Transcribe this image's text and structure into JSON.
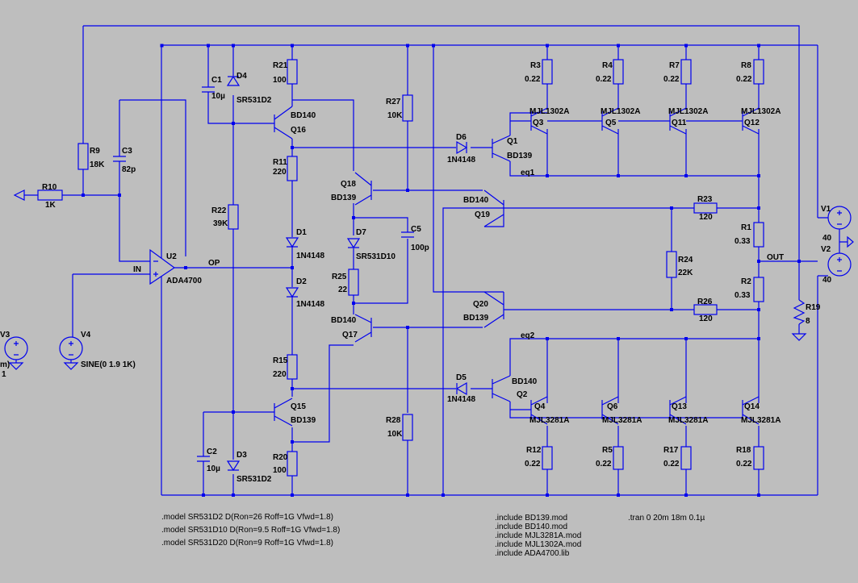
{
  "components": {
    "R21": {
      "name": "R21",
      "value": "100"
    },
    "R11": {
      "name": "R11",
      "value": "220"
    },
    "R15": {
      "name": "R15",
      "value": "220"
    },
    "R20": {
      "name": "R20",
      "value": "100"
    },
    "R22": {
      "name": "R22",
      "value": "39K"
    },
    "R27": {
      "name": "R27",
      "value": "10K"
    },
    "R28": {
      "name": "R28",
      "value": "10K"
    },
    "R25": {
      "name": "R25",
      "value": "22"
    },
    "R9": {
      "name": "R9",
      "value": "18K"
    },
    "R10": {
      "name": "R10",
      "value": "1K"
    },
    "R3": {
      "name": "R3",
      "value": "0.22"
    },
    "R4": {
      "name": "R4",
      "value": "0.22"
    },
    "R7": {
      "name": "R7",
      "value": "0.22"
    },
    "R8": {
      "name": "R8",
      "value": "0.22"
    },
    "R12": {
      "name": "R12",
      "value": "0.22"
    },
    "R5": {
      "name": "R5",
      "value": "0.22"
    },
    "R17": {
      "name": "R17",
      "value": "0.22"
    },
    "R18": {
      "name": "R18",
      "value": "0.22"
    },
    "R23": {
      "name": "R23",
      "value": "120"
    },
    "R26": {
      "name": "R26",
      "value": "120"
    },
    "R24": {
      "name": "R24",
      "value": "22K"
    },
    "R1": {
      "name": "R1",
      "value": "0.33"
    },
    "R2": {
      "name": "R2",
      "value": "0.33"
    },
    "R19": {
      "name": "R19",
      "value": "8"
    },
    "C1": {
      "name": "C1",
      "value": "10µ"
    },
    "C2": {
      "name": "C2",
      "value": "10µ"
    },
    "C3": {
      "name": "C3",
      "value": "82p"
    },
    "C5": {
      "name": "C5",
      "value": "100p"
    },
    "D4": {
      "name": "D4",
      "value": "SR531D2"
    },
    "D3": {
      "name": "D3",
      "value": "SR531D2"
    },
    "D1": {
      "name": "D1",
      "value": "1N4148"
    },
    "D2": {
      "name": "D2",
      "value": "1N4148"
    },
    "D7": {
      "name": "D7",
      "value": "SR531D10"
    },
    "D6": {
      "name": "D6",
      "value": "1N4148"
    },
    "D5": {
      "name": "D5",
      "value": "1N4148"
    },
    "Q16": {
      "name": "Q16",
      "value": "BD140"
    },
    "Q15": {
      "name": "Q15",
      "value": "BD139"
    },
    "Q18": {
      "name": "Q18",
      "value": "BD139"
    },
    "Q17": {
      "name": "Q17",
      "value": "BD140"
    },
    "Q19": {
      "name": "Q19",
      "value": "BD140"
    },
    "Q20": {
      "name": "Q20",
      "value": "BD139"
    },
    "Q1": {
      "name": "Q1",
      "value": "BD139"
    },
    "Q2": {
      "name": "Q2",
      "value": "BD140"
    },
    "Q3": {
      "name": "Q3",
      "value": "MJL1302A"
    },
    "Q5": {
      "name": "Q5",
      "value": "MJL1302A"
    },
    "Q11": {
      "name": "Q11",
      "value": "MJL1302A"
    },
    "Q12": {
      "name": "Q12",
      "value": "MJL1302A"
    },
    "Q4": {
      "name": "Q4",
      "value": "MJL3281A"
    },
    "Q6": {
      "name": "Q6",
      "value": "MJL3281A"
    },
    "Q13": {
      "name": "Q13",
      "value": "MJL3281A"
    },
    "Q14": {
      "name": "Q14",
      "value": "MJL3281A"
    },
    "U2": {
      "name": "U2",
      "value": "ADA4700"
    },
    "V1": {
      "name": "V1",
      "value": "40"
    },
    "V2": {
      "name": "V2",
      "value": "40"
    },
    "V4": {
      "name": "V4",
      "value": "SINE(0 1.9 1K)"
    },
    "V3": {
      "name": "V3",
      "value": "m)",
      "extra": "1"
    }
  },
  "nets": {
    "in": "IN",
    "op": "OP",
    "out": "OUT",
    "eq1": "eq1",
    "eq2": "eq2"
  },
  "directives": {
    "models": [
      ".model SR531D2 D(Ron=26 Roff=1G Vfwd=1.8)",
      ".model SR531D10 D(Ron=9.5 Roff=1G Vfwd=1.8)",
      ".model SR531D20 D(Ron=9 Roff=1G Vfwd=1.8)"
    ],
    "includes": [
      ".include BD139.mod",
      ".include BD140.mod",
      ".include MJL3281A.mod",
      ".include MJL1302A.mod",
      ".include ADA4700.lib"
    ],
    "tran": ".tran 0 20m 18m 0.1µ"
  },
  "colors": {
    "background": "#bebebe",
    "wire": "#0000ee",
    "text": "#000000"
  }
}
